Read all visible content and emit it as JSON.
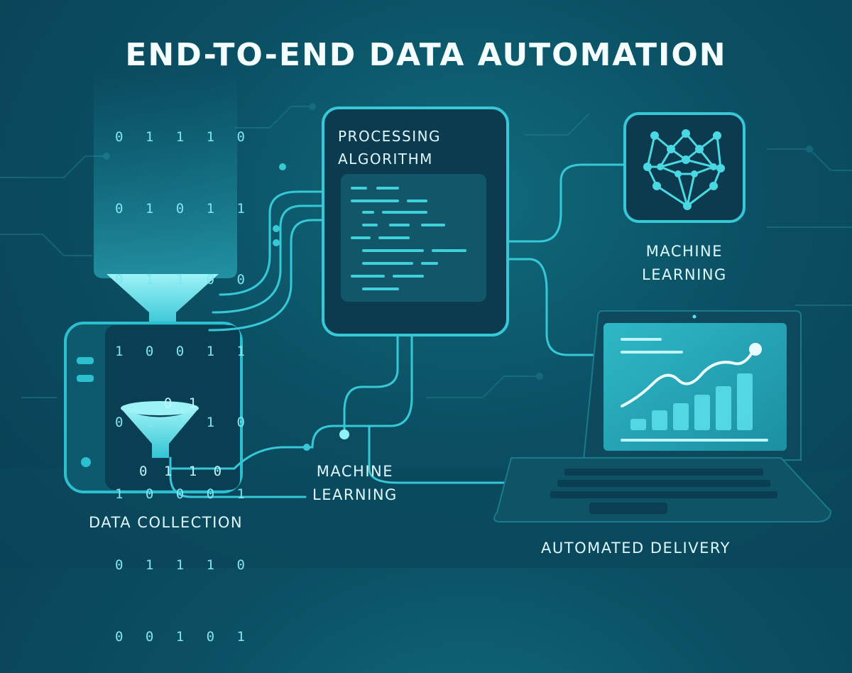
{
  "title": "END-TO-END DATA AUTOMATION",
  "stages": {
    "data_collection": "DATA COLLECTION",
    "processing": {
      "line1": "PROCESSING",
      "line2": "ALGORITHM"
    },
    "machine_learning_right": {
      "line1": "MACHINE",
      "line2": "LEARNING"
    },
    "machine_learning_bottom": {
      "line1": "MACHINE",
      "line2": "LEARNING"
    },
    "automated_delivery": "AUTOMATED DELIVERY"
  },
  "binary_stream": [
    "0 1 1 1 0",
    "0 1 0 1 1",
    "0 1 1 0 0",
    "1 0 0 1 1",
    "0 1 1 1 0",
    "1 0 0 0 1",
    "0 1 1 1 0",
    "0 0 1 0 1"
  ],
  "binary_small": [
    "0 1",
    "0 1 1 0"
  ],
  "colors": {
    "background": "#0b4f63",
    "accent": "#3fd0dc",
    "panel": "#0c3a4e",
    "text": "#e9fbff"
  },
  "icons": [
    "funnel-icon",
    "neural-network-icon",
    "laptop-chart-icon",
    "server-icon"
  ]
}
